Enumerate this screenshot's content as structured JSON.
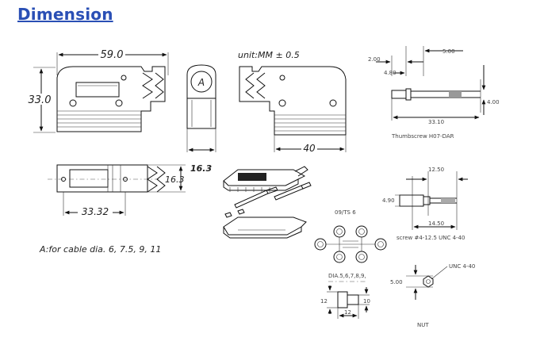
{
  "header": {
    "title": "Dimension"
  },
  "drawing": {
    "dim_width": "59.0",
    "dim_height": "33.0",
    "unit_note": "unit:MM ± 0.5",
    "circle_label": "A",
    "dim_depth": "40",
    "dim_16_3_bold": "16.3",
    "dim_16_3": "16.3",
    "dim_33_32": "33.32",
    "cable_note": "A:for cable dia.   6, 7.5, 9, 11",
    "thumbscrew": {
      "d_5_00": "5.00",
      "d_2_00": "2.00",
      "d_4_80": "4.80",
      "d_4_00": "4.00",
      "d_33_10": "33.10",
      "caption": "Thumbscrew H07-DAR"
    },
    "screw": {
      "d_12_50": "12.50",
      "d_4_90": "4.90",
      "d_14_50": "14.50",
      "caption": "screw #4-12.5 UNC 4-40"
    },
    "nut": {
      "thread": "UNC 4-40",
      "d_5_00": "5.00",
      "caption": "NUT"
    },
    "inserts": {
      "top_label": "09/TS 6",
      "dia_label": "DIA.5,6,7,8,9,",
      "d_left": "12",
      "d_right": "10",
      "d_bottom": "12"
    }
  }
}
